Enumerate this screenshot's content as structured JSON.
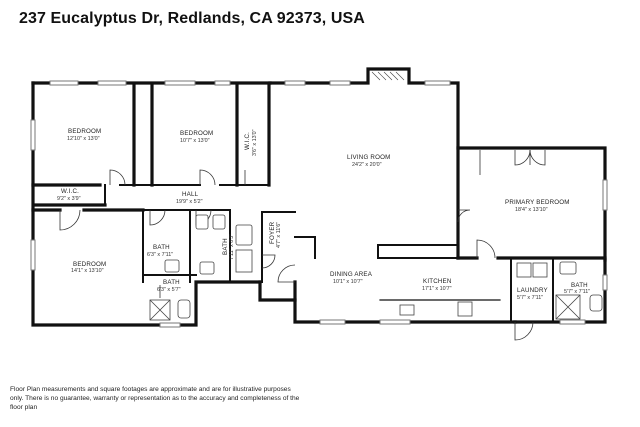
{
  "header": {
    "address": "237 Eucalyptus Dr, Redlands, CA 92373, USA"
  },
  "rooms": {
    "bedroom_1": {
      "name": "BEDROOM",
      "dim": "12'10\" x 13'0\""
    },
    "bedroom_2": {
      "name": "BEDROOM",
      "dim": "10'7\" x 13'0\""
    },
    "wic_1": {
      "name": "W.I.C.",
      "dim": "3'6\" x 13'0\""
    },
    "living_room": {
      "name": "LIVING ROOM",
      "dim": "24'2\" x 20'0\""
    },
    "wic_2": {
      "name": "W.I.C.",
      "dim": "9'2\" x 3'9\""
    },
    "hall": {
      "name": "HALL",
      "dim": "19'9\" x 5'2\""
    },
    "primary_bedroom": {
      "name": "PRIMARY BEDROOM",
      "dim": "18'4\" x 13'10\""
    },
    "bedroom_3": {
      "name": "BEDROOM",
      "dim": "14'1\" x 13'10\""
    },
    "bath_1": {
      "name": "BATH",
      "dim": "6'3\" x 7'11\""
    },
    "bath_2": {
      "name": "BATH",
      "dim": "7'11\" x 8'3\""
    },
    "foyer": {
      "name": "FOYER",
      "dim": "4'7\" x 11'6\""
    },
    "dining_area": {
      "name": "DINING AREA",
      "dim": "10'1\" x 10'7\""
    },
    "kitchen": {
      "name": "KITCHEN",
      "dim": "17'1\" x 10'7\""
    },
    "laundry": {
      "name": "LAUNDRY",
      "dim": "5'7\" x 7'11\""
    },
    "bath_3": {
      "name": "BATH",
      "dim": "5'7\" x 7'11\""
    },
    "bath_4": {
      "name": "BATH",
      "dim": "6'3\" x 5'7\""
    }
  },
  "footer": {
    "disclaimer": "Floor Plan measurements and square footages are approximate and are for illustrative purposes only. There is no guarantee, warranty or representation as to the accuracy and completeness of the floor plan"
  }
}
